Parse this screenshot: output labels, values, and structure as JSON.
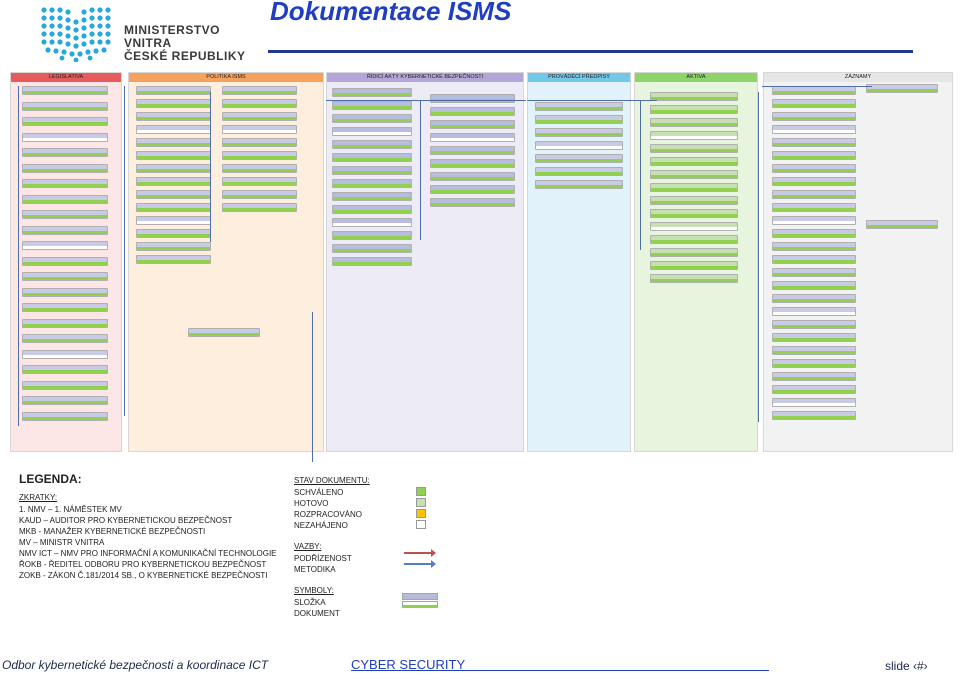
{
  "header": {
    "title": "Dokumentace ISMS",
    "logo_line1": "MINISTERSTVO VNITRA",
    "logo_line2": "ČESKÉ REPUBLIKY"
  },
  "diagram": {
    "lanes": [
      {
        "label": "LEGISLATIVA",
        "color": "#e65c5c"
      },
      {
        "label": "POLITIKA ISMS",
        "color": "#f5a25c"
      },
      {
        "label": "ŘÍDICÍ AKTY KYBERNETICKÉ BEZPEČNOSTI",
        "color": "#b3a6d9"
      },
      {
        "label": "PROVÁDĚCÍ PŘEDPISY",
        "color": "#73c7e8"
      },
      {
        "label": "AKTIVA",
        "color": "#8fd36b"
      },
      {
        "label": "ZÁZNAMY",
        "color": "#e6e6e6"
      }
    ]
  },
  "legend": {
    "title": "LEGENDA:",
    "abbr_heading": "ZKRATKY:",
    "abbreviations": [
      "1. NMV – 1. NÁMĚSTEK MV",
      "KAUD – AUDITOR PRO KYBERNETICKOU BEZPEČNOST",
      "MKB - MANAŽER KYBERNETICKÉ BEZPEČNOSTI",
      "MV – MINISTR VNITRA",
      "NMV ICT – NMV PRO INFORMAČNÍ   A KOMUNIKAČNÍ TECHNOLOGIE",
      "ŘOKB - ŘEDITEL ODBORU PRO KYBERNETICKOU BEZPEČNOST",
      "ZoKB - ZÁKON Č.181/2014 SB., O KYBERNETICKÉ BEZPEČNOSTI"
    ],
    "status_heading": "STAV DOKUMENTU:",
    "statuses": [
      "SCHVÁLENO",
      "HOTOVO",
      "ROZPRACOVÁNO",
      "NEZAHÁJENO"
    ],
    "status_colors": [
      "#92d050",
      "#c6e0b4",
      "#ffc000",
      "#ffffff"
    ],
    "links_heading": "VAZBY:",
    "links": [
      "PODŘÍZENOST",
      "METODIKA"
    ],
    "link_colors": [
      "#c0504d",
      "#4f81bd"
    ],
    "symbols_heading": "SYMBOLY:",
    "symbols": [
      "SLOŽKA",
      "DOKUMENT"
    ]
  },
  "footer": {
    "left": "Odbor kybernetické bezpečnosti a koordinace ICT",
    "middle": "CYBER SECURITY",
    "right": "slide ‹#›"
  }
}
